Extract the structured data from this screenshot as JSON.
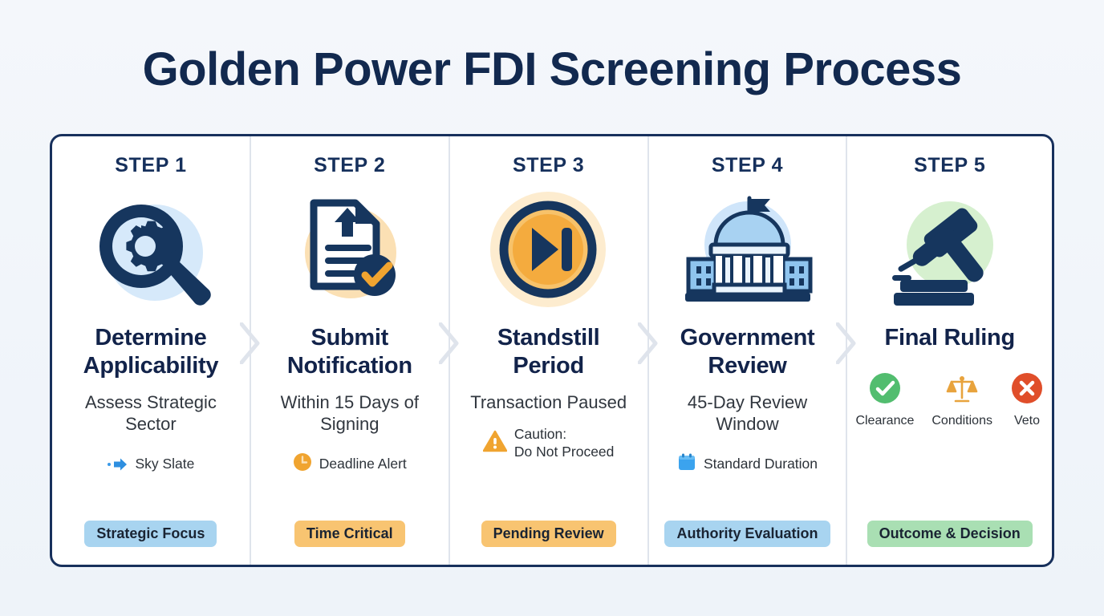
{
  "title": "Golden Power FDI Screening Process",
  "theme": {
    "page_bg": "#f2f6fa",
    "navy": "#16305c",
    "title_navy": "#12294f",
    "border": "#17305c",
    "divider": "#dfe4ec",
    "blue_accent": "#2e8fe0",
    "orange_accent": "#f0a430",
    "green_accent": "#52bd6f",
    "red_accent": "#e04e2a"
  },
  "steps": [
    {
      "label": "STEP 1",
      "icon": "magnifier-gear-icon",
      "icon_bg": "#d6e9fa",
      "title": "Determine\nApplicability",
      "subtitle": "Assess Strategic\nSector",
      "meta_icon": "blue-arrow-icon",
      "meta_text": "Sky Slate",
      "badge": "Strategic Focus",
      "badge_bg": "#a8d4f0"
    },
    {
      "label": "STEP 2",
      "icon": "document-upload-check-icon",
      "icon_bg": "#fbe0b4",
      "title": "Submit\nNotification",
      "subtitle": "Within 15 Days\nof Signing",
      "meta_icon": "clock-icon",
      "meta_text": "Deadline Alert",
      "badge": "Time Critical",
      "badge_bg": "#f8c471"
    },
    {
      "label": "STEP 3",
      "icon": "pause-skip-icon",
      "icon_bg": "#fbe3bb",
      "title": "Standstill\nPeriod",
      "subtitle": "Transaction\nPaused",
      "meta_icon": "warning-triangle-icon",
      "meta_text": "Caution:\nDo Not Proceed",
      "badge": "Pending Review",
      "badge_bg": "#f8c471"
    },
    {
      "label": "STEP 4",
      "icon": "government-building-icon",
      "icon_bg": "#cfe5fa",
      "title": "Government\nReview",
      "subtitle": "45-Day Review\nWindow",
      "meta_icon": "calendar-icon",
      "meta_text": "Standard Duration",
      "badge": "Authority Evaluation",
      "badge_bg": "#a8d4f0"
    },
    {
      "label": "STEP 5",
      "icon": "gavel-icon",
      "icon_bg": "#d6f0cf",
      "title": "Final Ruling",
      "subtitle": "",
      "meta_icon": "",
      "meta_text": "",
      "badge": "Outcome & Decision",
      "badge_bg": "#a9dfb3",
      "outcomes": [
        {
          "icon": "check-circle-icon",
          "label": "Clearance",
          "color": "#52bd6f"
        },
        {
          "icon": "scales-icon",
          "label": "Conditions",
          "color": "#e8a33d"
        },
        {
          "icon": "x-circle-icon",
          "label": "Veto",
          "color": "#e04e2a"
        }
      ]
    }
  ]
}
